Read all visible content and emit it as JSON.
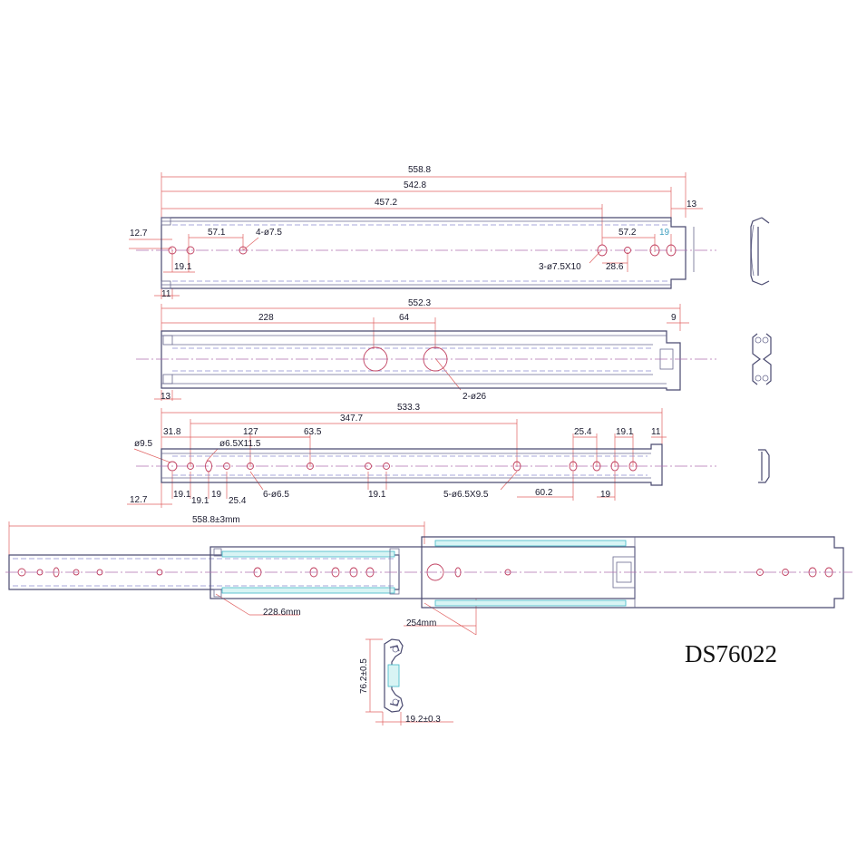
{
  "model_label": "DS76022",
  "views": {
    "top_rail": {
      "dims": [
        "558.8",
        "542.8",
        "457.2",
        "13",
        "12.7",
        "57.1",
        "4-ø7.5",
        "19.1",
        "11",
        "57.2",
        "19",
        "3-ø7.5X10",
        "28.6"
      ]
    },
    "middle_rail": {
      "dims": [
        "552.3",
        "228",
        "64",
        "9",
        "13",
        "2-ø26"
      ]
    },
    "inner_rail": {
      "dims": [
        "533.3",
        "347.7",
        "31.8",
        "127",
        "63.5",
        "ø9.5",
        "ø6.5X11.5",
        "25.4",
        "19.1",
        "11",
        "19.1",
        "19.1",
        "19",
        "25.4",
        "6-ø6.5",
        "19.1",
        "5-ø6.5X9.5",
        "60.2",
        "19",
        "12.7"
      ]
    },
    "assembly": {
      "dims": [
        "558.8±3mm",
        "228.6mm",
        "254mm"
      ]
    },
    "cross_section": {
      "dims": [
        "76.2±0.5",
        "19.2±0.3"
      ]
    }
  }
}
